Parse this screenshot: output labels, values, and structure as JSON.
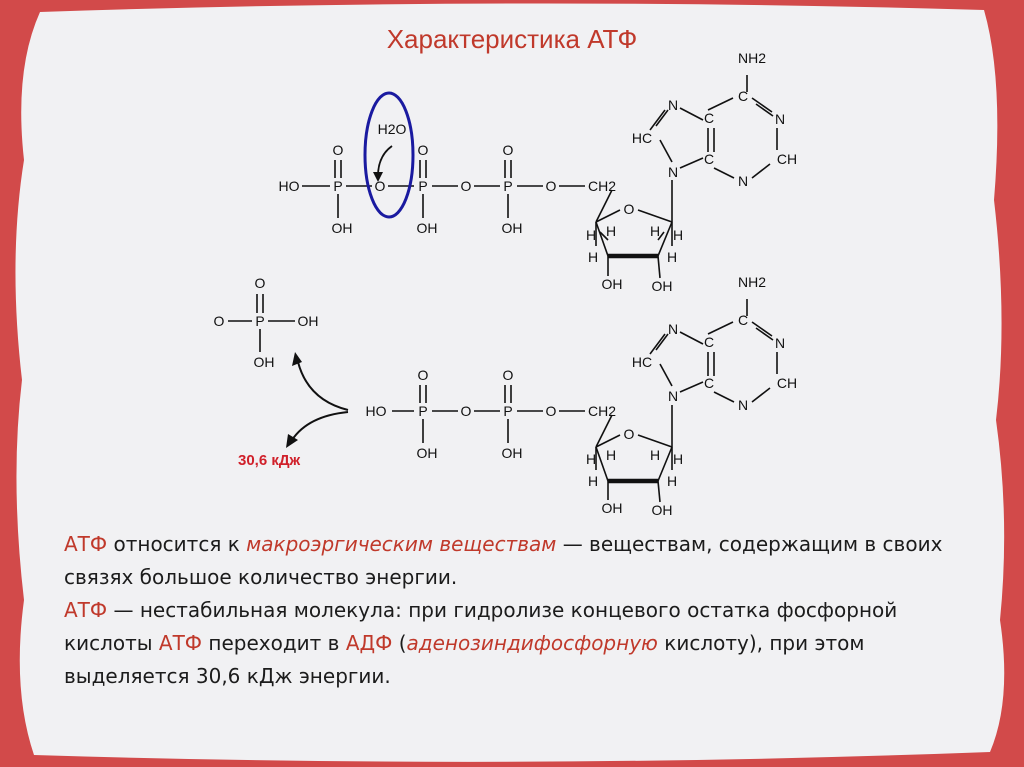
{
  "title": "Характеристика  АТФ",
  "colors": {
    "frame": "#d24a4a",
    "paper": "#f1f1f3",
    "accent_text": "#c0392b",
    "energy": "#d0202a",
    "highlight_ellipse": "#1a1aa0"
  },
  "atp": {
    "labels": {
      "HO": "HO",
      "P": "P",
      "O": "O",
      "OH": "OH",
      "CH2": "CH2",
      "H2O": "H2O",
      "NH2": "NH2",
      "N": "N",
      "HC": "HC",
      "CH": "CH",
      "C": "C",
      "H": "H"
    }
  },
  "products": {
    "phosphate": {
      "O": "O",
      "P": "P",
      "OH": "OH"
    },
    "energy_label": "30,6 кДж"
  },
  "paragraph1": {
    "atf": "АТФ",
    "part1": " относится к ",
    "term": "макроэргическим веществам",
    "part2": " — веществам, содержащим в своих связях большое количество энергии."
  },
  "paragraph2": {
    "atf1": "АТФ",
    "part1": " — нестабильная молекула: при гидролизе концевого остатка фосфорной кислоты ",
    "atf2": "АТФ",
    "part2": " переходит в ",
    "adf": "АДФ",
    "part3": " (",
    "adf_full": "аденозиндифосфорную",
    "part4": " кислоту), при этом выделяется 30,6 кДж энергии."
  }
}
